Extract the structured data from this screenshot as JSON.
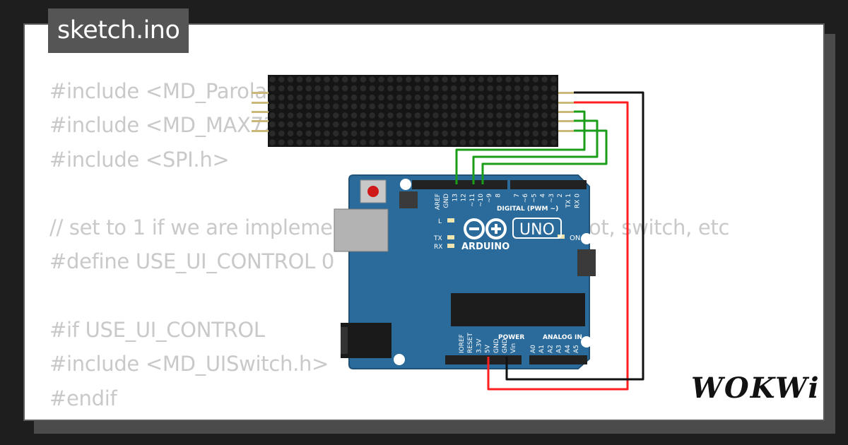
{
  "title": "sketch.ino",
  "code_lines": [
    "#include <MD_Parola.h>",
    "#include <MD_MAX72xx.h>",
    "#include <SPI.h>",
    "",
    "// set to 1 if we are implementing the user interface pot, switch, etc",
    "#define USE_UI_CONTROL 0",
    "",
    "#if USE_UI_CONTROL",
    "#include <MD_UISwitch.h>",
    "#endif"
  ],
  "board": {
    "brand": "ARDUINO",
    "model": "UNO",
    "on_label": "ON",
    "l_label": "L",
    "tx_label": "TX",
    "rx_label": "RX",
    "digital_label": "DIGITAL (PWM ~)",
    "power_label": "POWER",
    "analog_label": "ANALOG IN",
    "digital_pins": [
      "AREF",
      "GND",
      "13",
      "12",
      "~11",
      "~10",
      "~9",
      "8",
      "7",
      "~6",
      "~5",
      "4",
      "~3",
      "2",
      "TX 1",
      "RX 0"
    ],
    "power_pins": [
      "IOREF",
      "RESET",
      "3.3V",
      "5V",
      "GND",
      "GND",
      "Vin"
    ],
    "analog_pins": [
      "A0",
      "A1",
      "A2",
      "A3",
      "A4",
      "A5"
    ]
  },
  "brand_logo": "WOKWi",
  "colors": {
    "board": "#2b6b9b",
    "wire_red": "#ff1f1f",
    "wire_black": "#111111",
    "wire_green": "#1a9e1a",
    "matrix": "#151515",
    "title_bg": "#555555"
  }
}
